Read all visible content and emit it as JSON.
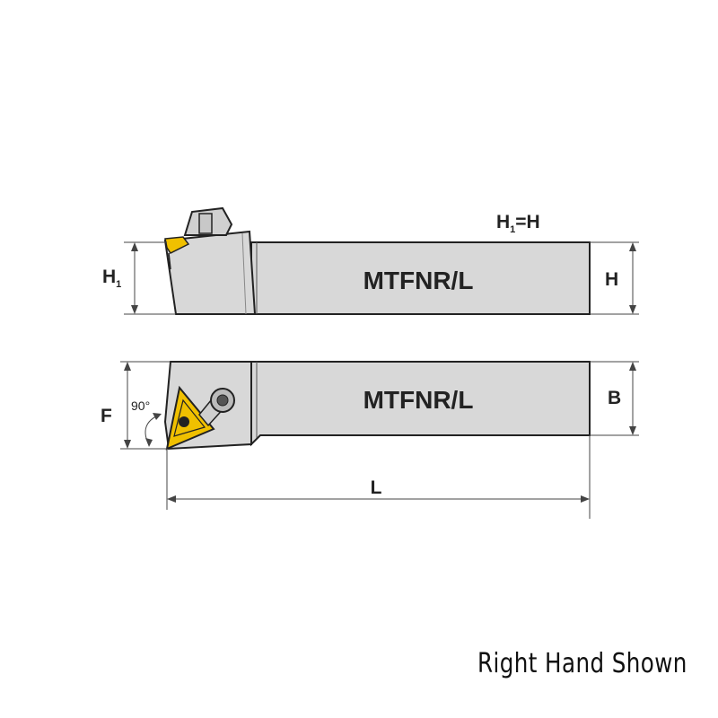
{
  "top_view": {
    "model_label": "MTFNR/L",
    "height_symbol": "H",
    "h1_main": "H",
    "h1_sub": "1",
    "equation_h": "H",
    "equation_sub": "1",
    "equation_rest": "=H"
  },
  "side_view": {
    "model_label": "MTFNR/L",
    "width_symbol": "B",
    "offset_symbol": "F",
    "angle_label": "90°",
    "length_symbol": "L"
  },
  "footer": {
    "note": "Right Hand Shown"
  },
  "colors": {
    "body": "#d8d8d8",
    "outline": "#222222",
    "insert": "#f0c000"
  }
}
